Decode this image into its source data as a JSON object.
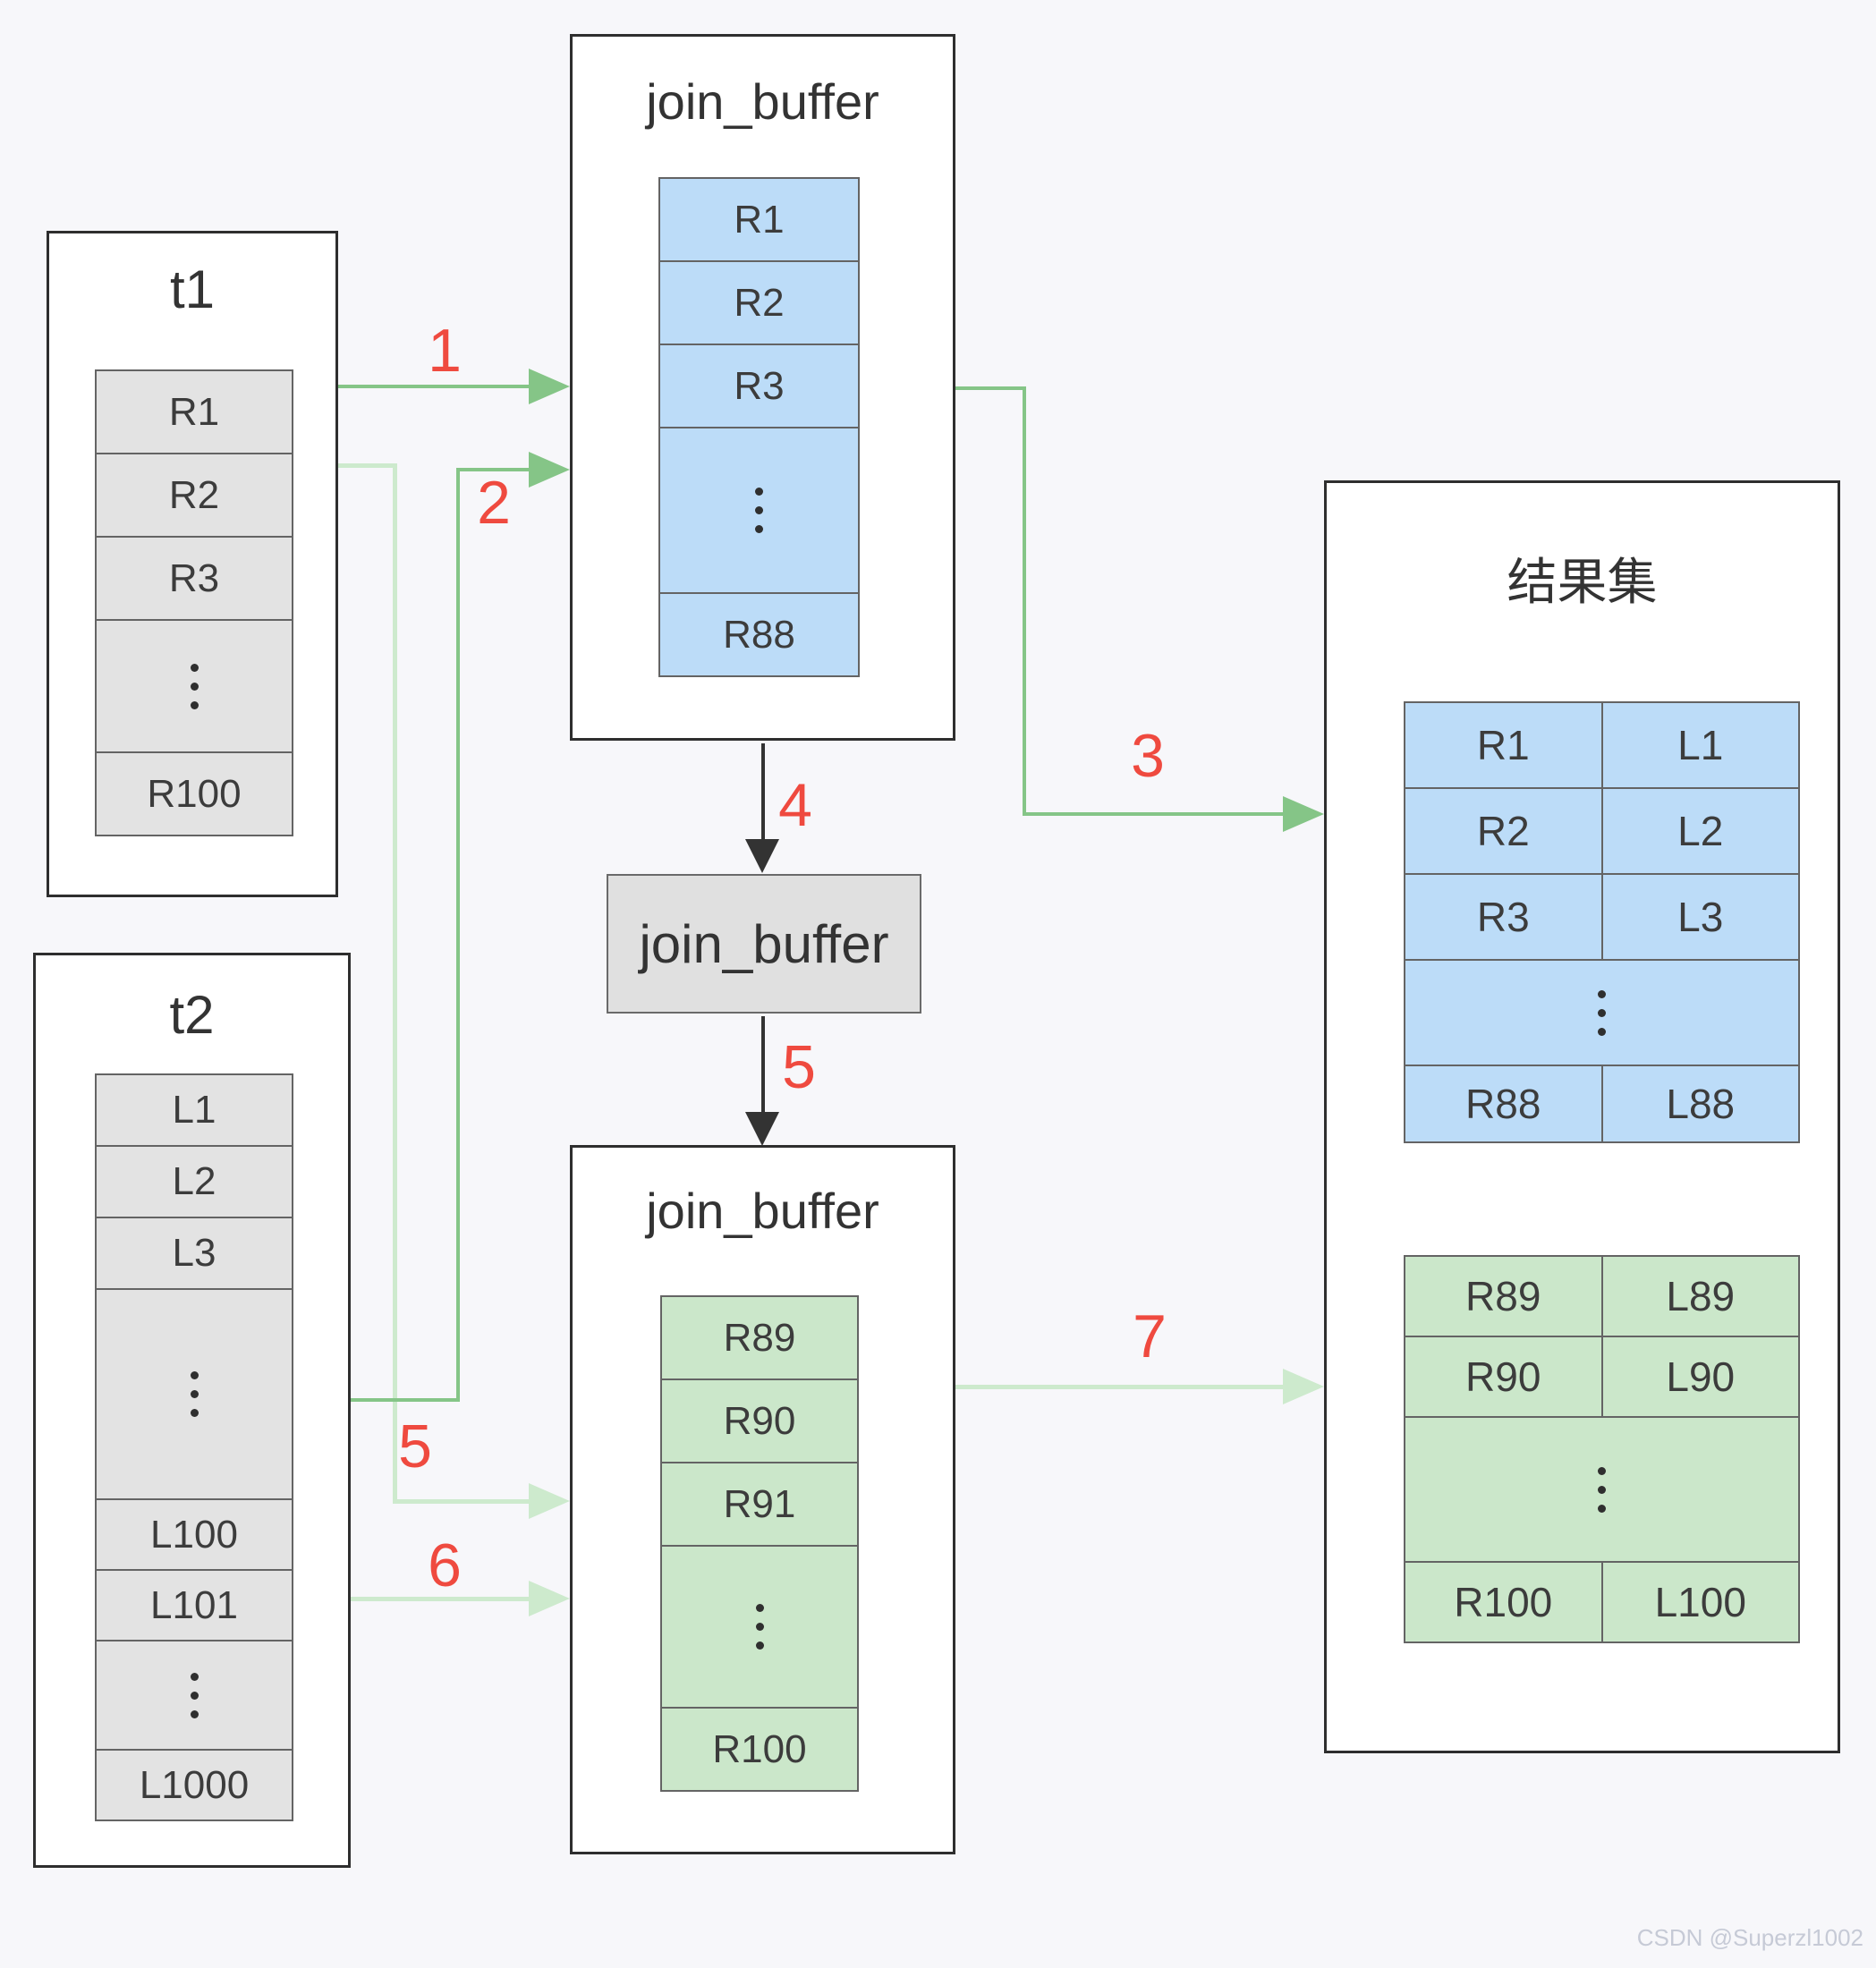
{
  "tables": {
    "t1": {
      "title": "t1",
      "rows": [
        "R1",
        "R2",
        "R3",
        "⋮",
        "R100"
      ]
    },
    "t2": {
      "title": "t2",
      "rows": [
        "L1",
        "L2",
        "L3",
        "⋮",
        "L100",
        "L101",
        "⋮",
        "L1000"
      ]
    },
    "join_buffer_top": {
      "title": "join_buffer",
      "rows": [
        "R1",
        "R2",
        "R3",
        "⋮",
        "R88"
      ]
    },
    "join_buffer_mid": {
      "title": "join_buffer"
    },
    "join_buffer_bottom": {
      "title": "join_buffer",
      "rows": [
        "R89",
        "R90",
        "R91",
        "⋮",
        "R100"
      ]
    },
    "result_set": {
      "title": "结果集",
      "batch1_rows": [
        {
          "r": "R1",
          "l": "L1"
        },
        {
          "r": "R2",
          "l": "L2"
        },
        {
          "r": "R3",
          "l": "L3"
        },
        {
          "ellipsis": "⋮"
        },
        {
          "r": "R88",
          "l": "L88"
        }
      ],
      "batch2_rows": [
        {
          "r": "R89",
          "l": "L89"
        },
        {
          "r": "R90",
          "l": "L90"
        },
        {
          "ellipsis": "⋮"
        },
        {
          "r": "R100",
          "l": "L100"
        }
      ]
    }
  },
  "steps": {
    "step1": "1",
    "step2": "2",
    "step3": "3",
    "step4": "4",
    "step5_refill": "5",
    "step5_side": "5",
    "step6": "6",
    "step7": "7"
  },
  "colors": {
    "background": "#f7f7fa",
    "box_border": "#2e2e2e",
    "cell_gray": "#e3e3e3",
    "cell_blue": "#bcdcf8",
    "cell_green": "#cbe7ca",
    "arrow_green": "#85c587",
    "arrow_pale_green": "#cdeacd",
    "arrow_black": "#333333",
    "step_label_red": "#ef4a3f"
  },
  "watermark": "CSDN @Superzl1002"
}
